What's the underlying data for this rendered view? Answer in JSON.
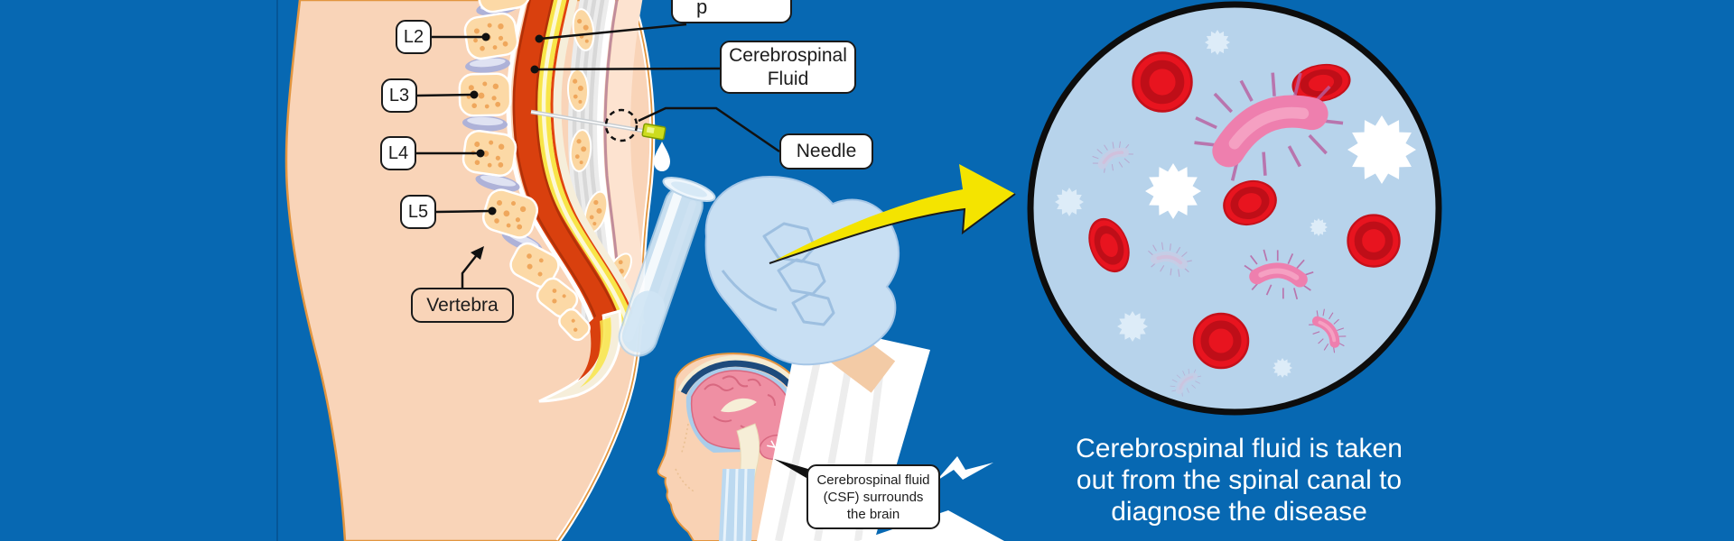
{
  "labels": {
    "spinal_cord_partial": "p",
    "csf": {
      "line1": "Cerebrospinal",
      "line2": "Fluid"
    },
    "needle": "Needle",
    "vertebrae": [
      "L2",
      "L3",
      "L4",
      "L5"
    ],
    "vertebra": "Vertebra",
    "csf_brain": {
      "line1": "Cerebrospinal fluid",
      "line2": "(CSF) surrounds",
      "line3": "the brain"
    }
  },
  "caption": {
    "line1": "Cerebrospinal fluid is taken",
    "line2": "out from the spinal canal to",
    "line3": "diagnose the disease"
  },
  "colors": {
    "background": "#0768b2",
    "skin": "#f9d4b8",
    "skin_light": "#fde3d0",
    "bone": "#fcd9a6",
    "disc_lavender": "#aeb2d8",
    "spinal_cord_red": "#d9400e",
    "csf_yellow": "#f8e549",
    "glove_blue": "#c8dff3",
    "arrow_yellow": "#f4e400",
    "microscope_fluid": "#b7d3eb",
    "red_blood_cell": "#e8141f",
    "white_blood_cell": "#ffffff",
    "bacteria_pink": "#ee7fae",
    "brain_pink": "#ef8fa3"
  }
}
